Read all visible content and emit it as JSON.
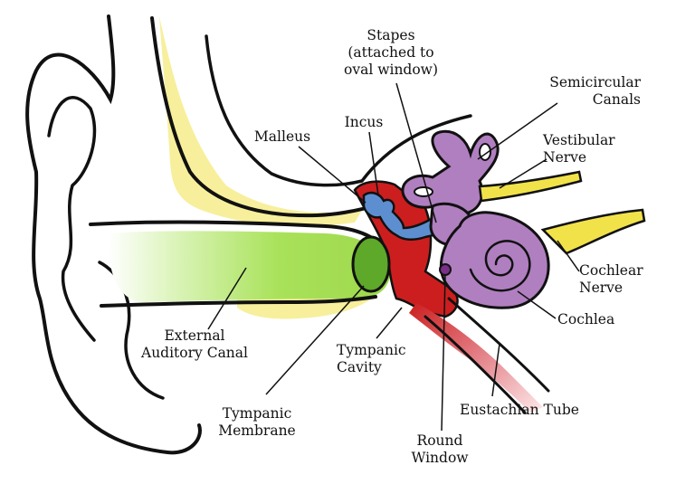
{
  "labels": {
    "stapes": [
      "Stapes",
      "(attached to",
      "oval window)"
    ],
    "incus": [
      "Incus"
    ],
    "malleus": [
      "Malleus"
    ],
    "semicircular_canals": [
      "Semicircular",
      "Canals"
    ],
    "vestibular_nerve": [
      "Vestibular",
      "Nerve"
    ],
    "cochlear_nerve": [
      "Cochlear",
      "Nerve"
    ],
    "cochlea": [
      "Cochlea"
    ],
    "external_auditory_canal": [
      "External",
      "Auditory Canal"
    ],
    "tympanic_cavity": [
      "Tympanic",
      "Cavity"
    ],
    "tympanic_membrane": [
      "Tympanic",
      "Membrane"
    ],
    "eustachian_tube": [
      "Eustachian Tube"
    ],
    "round_window": [
      "Round",
      "Window"
    ]
  },
  "colors": {
    "outline": "#111111",
    "bone_yellow": "#f7ef9c",
    "canal_green": "#a9e25a",
    "membrane_green": "#5ea82a",
    "cavity_red": "#cc1e1e",
    "ossicle_blue": "#5d8fd0",
    "inner_ear_purple": "#b07fc0",
    "nerve_yellow": "#f2e24a",
    "tube_pink": "#e37f86"
  }
}
